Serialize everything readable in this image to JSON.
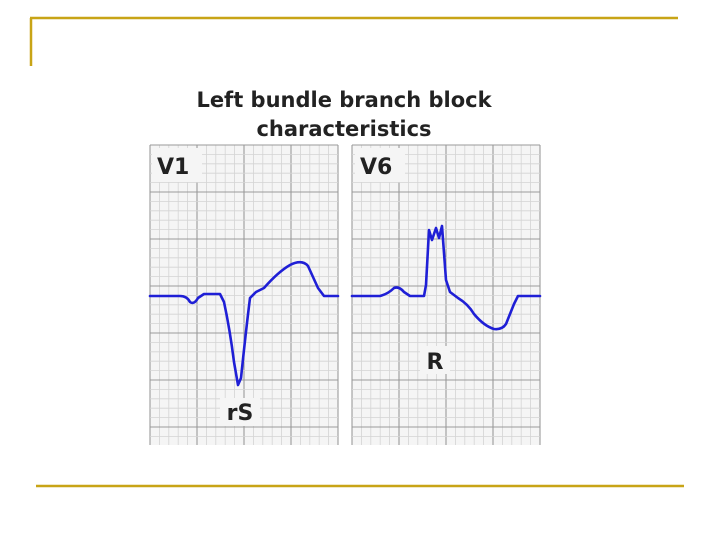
{
  "colors": {
    "accent_gold": "#c8a416",
    "trace": "#1f1fd6",
    "grid_minor": "#d4d4d4",
    "grid_major": "#9a9a9a",
    "panel_bg": "#f5f5f5",
    "text": "#222222"
  },
  "figure": {
    "title_line1": "Left bundle branch block",
    "title_line2": "characteristics",
    "panels": [
      {
        "lead": "V1",
        "annotation": "rS"
      },
      {
        "lead": "V6",
        "annotation": "R"
      }
    ]
  }
}
